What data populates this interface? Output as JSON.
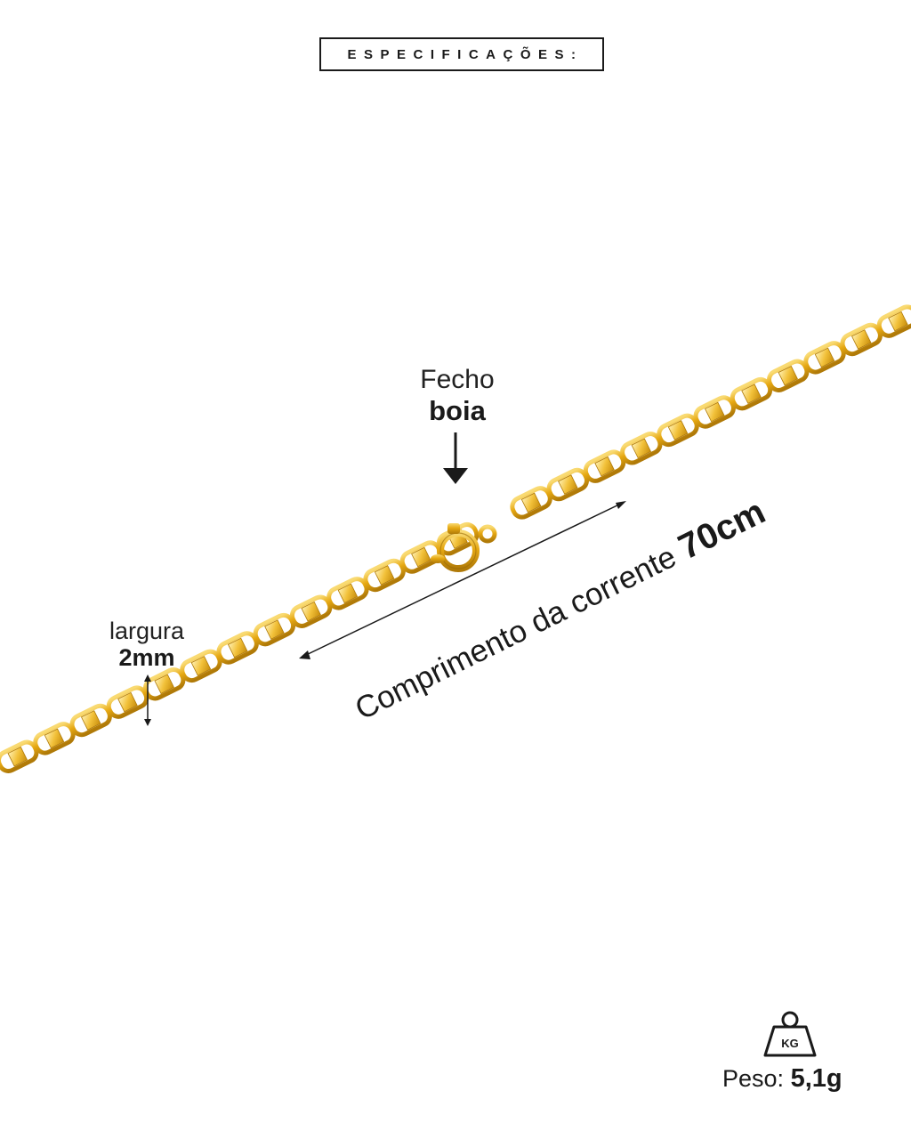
{
  "header": {
    "title": "ESPECIFICAÇÕES:"
  },
  "clasp": {
    "label_top": "Fecho",
    "label_bottom": "boia"
  },
  "width": {
    "label_top": "largura",
    "label_bottom": "2mm"
  },
  "length": {
    "label_text": "Comprimento da corrente",
    "label_value": "70cm"
  },
  "weight": {
    "icon": "weight-kg-icon",
    "icon_text": "KG",
    "label": "Peso:",
    "value": "5,1g"
  },
  "colors": {
    "gold": "#e6a812",
    "gold_dark": "#b8820a",
    "gold_light": "#f8d66a",
    "ink": "#1a1a1a"
  }
}
